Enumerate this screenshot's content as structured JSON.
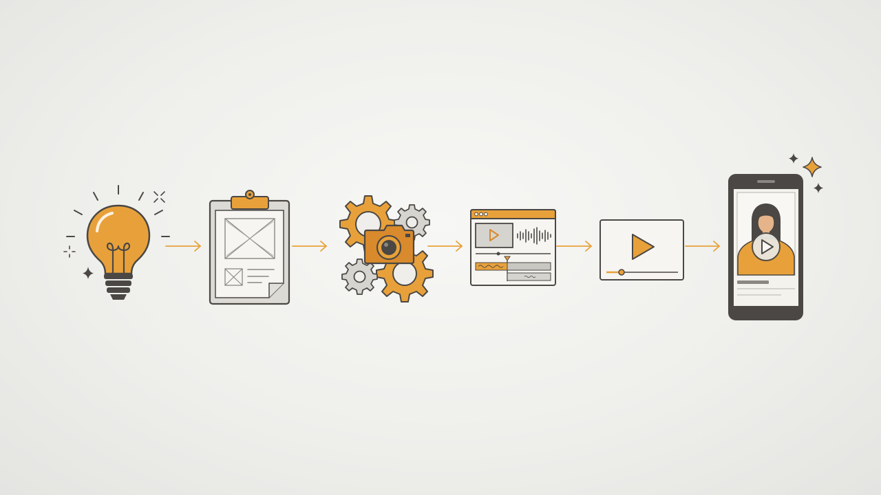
{
  "colors": {
    "accent": "#e8a13a",
    "accent_dark": "#c9832a",
    "outline": "#4a4744",
    "paper": "#f3f2ee",
    "panel": "#dcdad4",
    "background": "#ececea"
  },
  "steps": [
    {
      "id": "idea",
      "icon": "lightbulb-icon"
    },
    {
      "id": "storyboard",
      "icon": "clipboard-storyboard-icon"
    },
    {
      "id": "production",
      "icon": "gears-camera-icon"
    },
    {
      "id": "editing",
      "icon": "editing-timeline-icon"
    },
    {
      "id": "video",
      "icon": "video-player-icon"
    },
    {
      "id": "mobile-delivery",
      "icon": "smartphone-video-icon"
    }
  ],
  "connectors": [
    {
      "from": "idea",
      "to": "storyboard",
      "icon": "arrow-right-icon"
    },
    {
      "from": "storyboard",
      "to": "production",
      "icon": "arrow-right-icon"
    },
    {
      "from": "production",
      "to": "editing",
      "icon": "arrow-right-icon"
    },
    {
      "from": "editing",
      "to": "video",
      "icon": "arrow-right-icon"
    },
    {
      "from": "video",
      "to": "mobile-delivery",
      "icon": "arrow-right-icon"
    }
  ]
}
